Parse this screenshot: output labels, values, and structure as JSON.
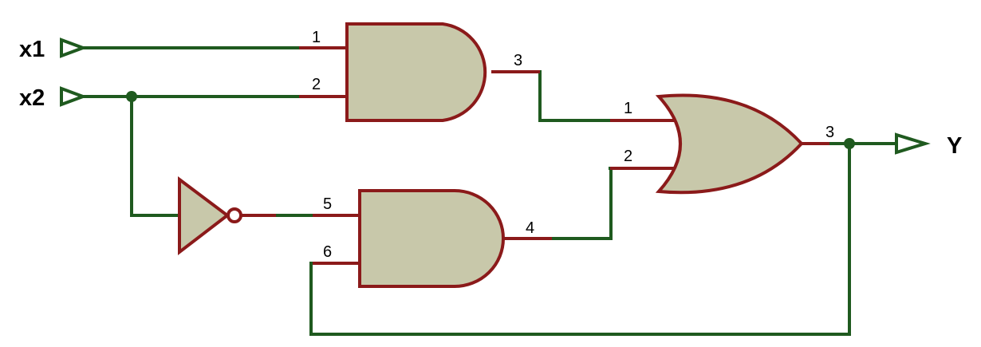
{
  "terminals": {
    "x1": "x1",
    "x2": "x2",
    "y": "Y"
  },
  "and_gate_top": {
    "pin_a": "1",
    "pin_b": "2",
    "pin_out": "3"
  },
  "or_gate": {
    "pin_a": "1",
    "pin_b": "2",
    "pin_out": "3"
  },
  "and_gate_bottom": {
    "pin_a": "5",
    "pin_b": "6",
    "pin_out": "4"
  },
  "colors": {
    "wire": "#1f5a1f",
    "pin": "#8b1a1a",
    "gate_fill": "#c8c8aa"
  },
  "icons": {
    "input_terminal": "triangle-arrow-icon",
    "output_terminal": "triangle-arrow-icon",
    "not_gate": "inverter-icon",
    "and_gate": "and-gate-icon",
    "or_gate": "or-gate-icon",
    "junction": "dot-icon"
  }
}
